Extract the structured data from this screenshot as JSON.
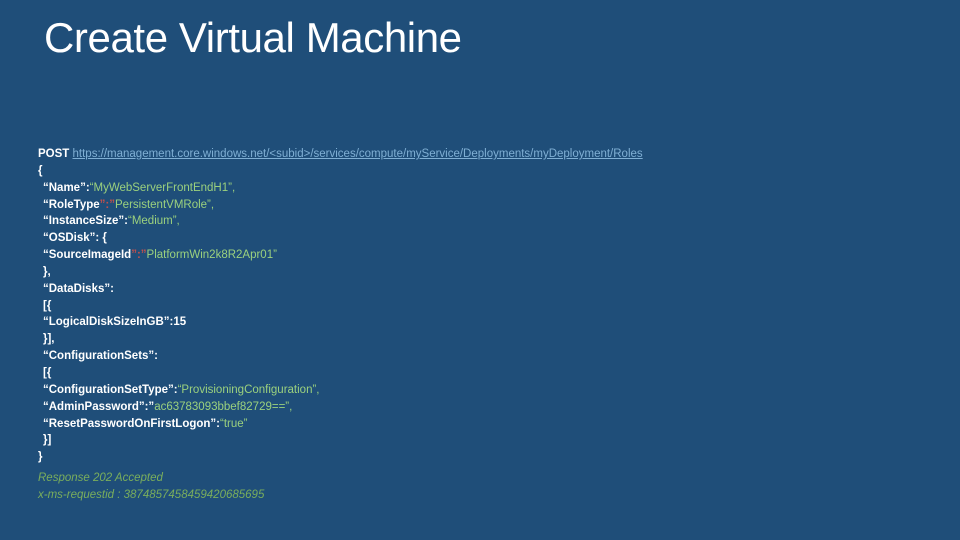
{
  "slide": {
    "title": "Create Virtual Machine",
    "background_color": "#1F4E79",
    "title_color": "#FFFFFF"
  },
  "colors": {
    "key": "#FFFFFF",
    "value": "#9BD17E",
    "separator_red": "#C0504D",
    "link": "#7FAFD4",
    "response": "#7AAE5C"
  },
  "request": {
    "method": "POST",
    "url": "https://management.core.windows.net/<subid>/services/compute/myService/Deployments/myDeployment/Roles"
  },
  "body_lines": {
    "open_brace": "{",
    "name_key": "“Name”:",
    "name_value": "“MyWebServerFrontEndH1”,",
    "roletype_key": "“RoleType",
    "roletype_sep": "”:”",
    "roletype_value": "PersistentVMRole”,",
    "instancesize_key": "“InstanceSize”:",
    "instancesize_value": "“Medium”,",
    "osdisk_key": "“OSDisk”: {",
    "sourceimageid_key": "“SourceImageId",
    "sourceimageid_sep": "”:”",
    "sourceimageid_value": "PlatformWin2k8R2Apr01”",
    "close_brace_comma": "},",
    "datadisks_key": "“DataDisks”:",
    "open_array_obj": "[{",
    "logicaldisksize_key": "“LogicalDiskSizeInGB”:",
    "logicaldisksize_value": "15",
    "close_array_obj_comma": "}],",
    "configurationsets_key": "“ConfigurationSets”:",
    "open_array_obj_2": "[{",
    "configsettype_key": "“ConfigurationSetType”:",
    "configsettype_value": "“ProvisioningConfiguration”,",
    "adminpassword_key": "“AdminPassword”:”",
    "adminpassword_value": "ac63783093bbef82729==”,",
    "resetpassword_key": "“ResetPasswordOnFirstLogon”:",
    "resetpassword_value": "“true”",
    "close_array_obj_2": "}]",
    "close_brace": "}"
  },
  "response": {
    "status_line": "Response 202 Accepted",
    "request_id_line": "x-ms-requestid : 3874857458459420685695"
  }
}
